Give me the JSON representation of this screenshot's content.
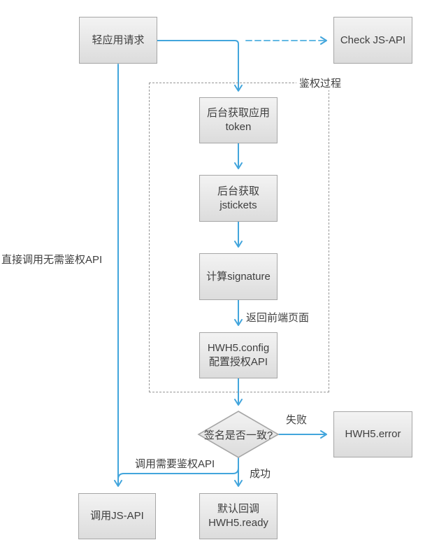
{
  "flowchart": {
    "region_label": "鉴权过程",
    "nodes": {
      "light_app_request": {
        "label": "轻应用请求"
      },
      "check_js_api": {
        "label": "Check JS-API"
      },
      "get_app_token": {
        "line1": "后台获取应用",
        "line2": "token"
      },
      "get_jstickets": {
        "line1": "后台获取",
        "line2": "jstickets"
      },
      "calc_signature": {
        "label": "计算signature"
      },
      "hwh5_config": {
        "line1": "HWH5.config",
        "line2": "配置授权API"
      },
      "signature_match_decision": {
        "label": "签名是否一致?"
      },
      "hwh5_error": {
        "label": "HWH5.error"
      },
      "call_js_api": {
        "label": "调用JS-API"
      },
      "default_callback": {
        "line1": "默认回调",
        "line2": "HWH5.ready"
      }
    },
    "edge_labels": {
      "direct_call_no_auth": "直接调用无需鉴权API",
      "return_to_front_page": "返回前端页面",
      "fail": "失败",
      "success": "成功",
      "call_auth_required": "调用需要鉴权API"
    },
    "colors": {
      "connector_blue": "#42a5dc",
      "dashed_connector_blue": "#64b9e4",
      "node_border": "#a6a6a6",
      "node_fill_top": "#f3f3f3",
      "node_fill_bottom": "#dcdcdc",
      "region_border": "#979797",
      "text": "#3f3f3f"
    }
  }
}
